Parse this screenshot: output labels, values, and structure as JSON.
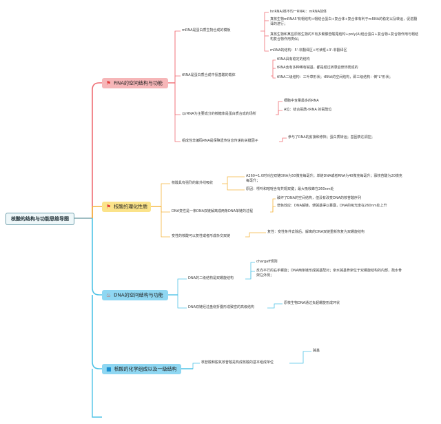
{
  "root": {
    "label": "核酸的结构与功能思维导图"
  },
  "colors": {
    "b1_line": "#ef6c73",
    "b2_line": "#f5b53c",
    "b3_line": "#4ec3e6",
    "b4_line": "#4ec3e6",
    "root_line": "#7fa7ae",
    "b1_fill": "#f6b6b8",
    "b2_fill": "#fbe38a",
    "b3_fill": "#8fd7f2",
    "b4_fill": "#8fd7f2"
  },
  "branches": [
    {
      "icon": "flag-icon",
      "glyph": "⚑",
      "icon_color": "#e23b3b",
      "label": "RNA的空间结构与功能",
      "children": [
        {
          "label": "mRNA是蛋白质生物合成的模板",
          "leaves": [
            "hnRNA(核不均一RNA)：mRNA前体",
            "真核生物mRNA5'有帽结构+帽结合蛋白+复合体+复合体有利于mRNA的稳定以及转运，促进翻译的进行；",
            "真核生物和某些原核生物的3'有多聚腺苷酸尾结构+poly(A)结合蛋白+复合物+复合物作用与帽结构复合物作用类似；",
            "mRNA的结构：5'-非翻译区+可读框+3'-非翻译区"
          ]
        },
        {
          "label": "tRNA是蛋白质合成中氨基酸的载体",
          "leaves": [
            "tRNA具有稳定的结构",
            "tRNA含有多种稀有碱基，都是经过转录后修饰而成的",
            "tRNA二级结构：三叶草形状；tRNA的空间结构，即三级结构：倒\"L\"形状；"
          ]
        },
        {
          "label": "以rRNA为主要成分的核糖体是蛋白质合成的场所",
          "leaves": [
            "细胞中含量最多的RNA",
            "A位：结合氨酰-tRNA 的氨酰位"
          ]
        },
        {
          "label": "组成性非编码RNA是保障遗传信息传递的关键因子",
          "leaves": [
            "参与了RNA的剪接和修饰；蛋白质转运；基因表达调控；"
          ]
        }
      ]
    },
    {
      "icon": "flag-icon",
      "glyph": "⚑",
      "icon_color": "#e23b3b",
      "label": "核酸的理化性质",
      "children": [
        {
          "label": "核酸具有强烈的紫外线吸收",
          "leaves": [
            "A260=1.0时对应双链DNA为50微克每毫升；单链DNA或者RNA为40微克每毫升；寡核苷酸为20微克每毫升；",
            "原因：嘌呤和嘧啶含有共轭双键；最大吸收峰在260nm处"
          ]
        },
        {
          "label": "DNA变性是一条DNA双链解离成两条DNA单链的过程",
          "leaves": [
            "破坏了DNA的空间结构，但没有改变DNA的核苷酸序列",
            "增色效应：DNA解链，使碱基得以暴露，DNA的吸光度在260nm处上升"
          ]
        },
        {
          "label": "变性的核酸可以复性或者形成杂交双链",
          "leaves": [
            "复性：变性条件去除后，解离的DNA双链重新恢复为双螺旋结构"
          ]
        }
      ]
    },
    {
      "icon": "fire-icon",
      "glyph": "♨",
      "icon_color": "#e0442c",
      "label": "DNA的空间结构与功能",
      "children": [
        {
          "label": "DNA的二级结构是双螺旋结构",
          "leaves": [
            "chargaff规则",
            "反向平行的右手螺旋；DNA两条链形成碱基配对；亲水碱基骨架位于双螺旋结构的内部，疏水骨架在外侧；"
          ]
        },
        {
          "label": "DNA双链经过盘绕折叠形成致密的高级结构",
          "leaves": [
            "原核生物DNA通过负超螺旋形成环状"
          ]
        }
      ]
    },
    {
      "icon": "square-icon",
      "glyph": "■",
      "icon_color": "#1a8fd0",
      "label": "核酸的化学组成以及一级结构",
      "children": [
        {
          "label": "核苷酸和脱氧核苷酸是构成核酸的基本组成单位",
          "leaves": [
            "碱基"
          ]
        }
      ]
    }
  ]
}
